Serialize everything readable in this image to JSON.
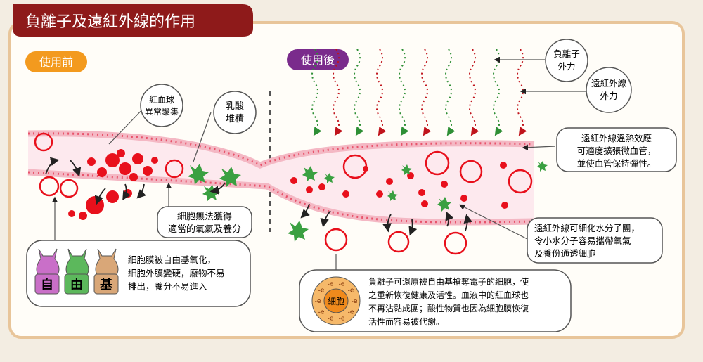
{
  "title": "負離子及遠紅外線的作用",
  "before": {
    "tag": "使用前",
    "callout_rbc": [
      "紅血球",
      "異常聚集"
    ],
    "callout_lactic": [
      "乳酸",
      "堆積"
    ],
    "callout_cells": [
      "細胞無法獲得",
      "適當的氧氣及養分"
    ],
    "free_radical_chars": [
      "自",
      "由",
      "基"
    ],
    "free_radical_text": [
      "細胞膜被自由基氧化，",
      "細胞外膜變硬，廢物不易",
      "排出，養分不易進入"
    ]
  },
  "after": {
    "tag": "使用後",
    "callout_ion": [
      "負離子",
      "外力"
    ],
    "callout_fir": [
      "遠紅外線",
      "外力"
    ],
    "callout_warm": [
      "遠紅外線溫熱效應",
      "可適度擴張微血管，",
      "並使血管保持彈性。"
    ],
    "callout_water": [
      "遠紅外線可細化水分子團，",
      "令小水分子容易攜帶氧氣",
      "及養份通透細胞"
    ],
    "cell_label": "細胞",
    "ion_label": "-e",
    "ion_text": [
      "負離子可還原被自由基搶奪電子的細胞，使",
      "之重新恢復健康及活性。血液中的紅血球也",
      "不再沾黏成團；酸性物質也因為細胞膜恢復",
      "活性而容易被代謝。"
    ]
  },
  "colors": {
    "frame_border": "#e8c59a",
    "title_bg": "#8e1a1a",
    "before_tag": "#f39a1e",
    "after_tag": "#7a2b8c",
    "red": "#e8101c",
    "green": "#3aa041",
    "vessel": "#f4b8c4",
    "face_purple": "#c96fc8",
    "face_green": "#5cb85c",
    "face_tan": "#d9a778"
  }
}
